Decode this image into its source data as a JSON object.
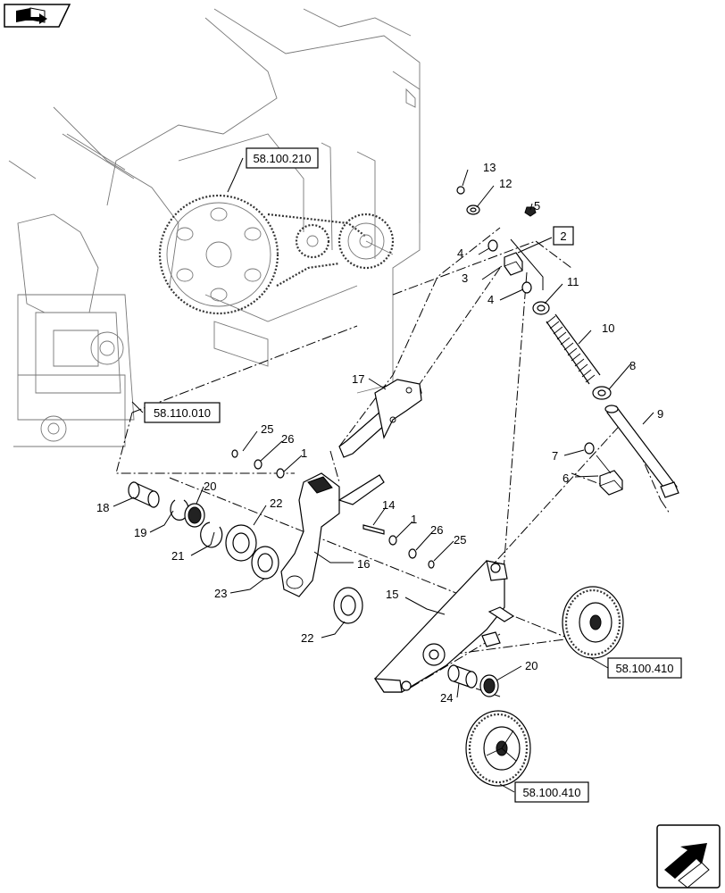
{
  "references": {
    "ref_58_100_210": "58.100.210",
    "ref_58_110_010": "58.110.010",
    "ref_58_100_410_a": "58.100.410",
    "ref_58_100_410_b": "58.100.410",
    "ref_2": "2"
  },
  "callouts": {
    "c1a": "1",
    "c1b": "1",
    "c3": "3",
    "c4a": "4",
    "c4b": "4",
    "c5": "5",
    "c6": "6",
    "c7": "7",
    "c8": "8",
    "c9": "9",
    "c10": "10",
    "c11": "11",
    "c12": "12",
    "c13": "13",
    "c14": "14",
    "c15": "15",
    "c16": "16",
    "c17": "17",
    "c18": "18",
    "c19": "19",
    "c20a": "20",
    "c20b": "20",
    "c21": "21",
    "c22a": "22",
    "c22b": "22",
    "c23": "23",
    "c24": "24",
    "c25a": "25",
    "c25b": "25",
    "c26a": "26",
    "c26b": "26"
  },
  "icons": {
    "top_left": "book-arrow-icon",
    "bottom_right": "next-page-arrow-icon"
  }
}
